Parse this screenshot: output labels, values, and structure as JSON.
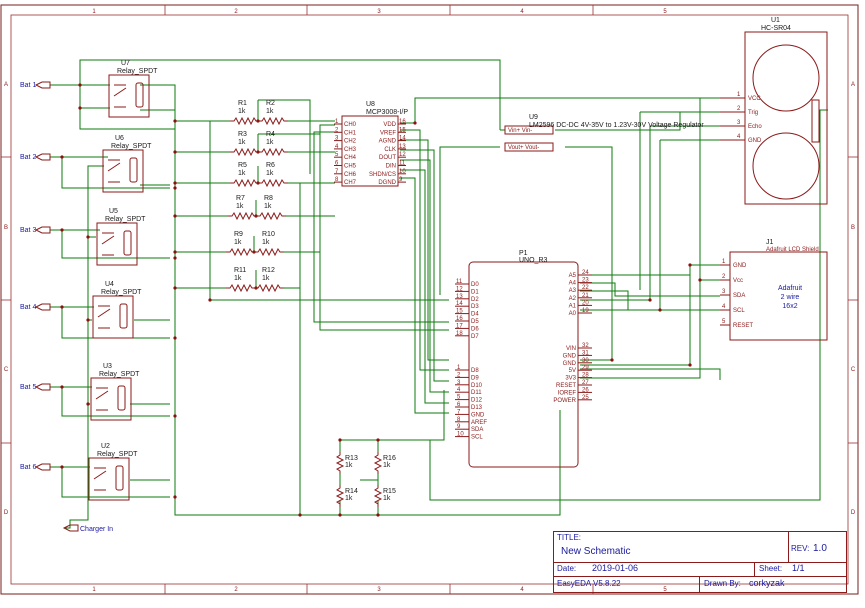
{
  "frame": {
    "cols": [
      "1",
      "2",
      "3",
      "4",
      "5"
    ],
    "rows": [
      "A",
      "B",
      "C",
      "D"
    ]
  },
  "ports": [
    {
      "name": "Bat 1"
    },
    {
      "name": "Bat 2"
    },
    {
      "name": "Bat 3"
    },
    {
      "name": "Bat 4"
    },
    {
      "name": "Bat 5"
    },
    {
      "name": "Bat 6"
    },
    {
      "name": "Charger In"
    }
  ],
  "relays": [
    {
      "ref": "U7",
      "value": "Relay_SPDT"
    },
    {
      "ref": "U6",
      "value": "Relay_SPDT"
    },
    {
      "ref": "U5",
      "value": "Relay_SPDT"
    },
    {
      "ref": "U4",
      "value": "Relay_SPDT"
    },
    {
      "ref": "U3",
      "value": "Relay_SPDT"
    },
    {
      "ref": "U2",
      "value": "Relay_SPDT"
    }
  ],
  "resistors": [
    {
      "ref": "R1",
      "value": "1k"
    },
    {
      "ref": "R2",
      "value": "1k"
    },
    {
      "ref": "R3",
      "value": "1k"
    },
    {
      "ref": "R4",
      "value": "1k"
    },
    {
      "ref": "R5",
      "value": "1k"
    },
    {
      "ref": "R6",
      "value": "1k"
    },
    {
      "ref": "R7",
      "value": "1k"
    },
    {
      "ref": "R8",
      "value": "1k"
    },
    {
      "ref": "R9",
      "value": "1k"
    },
    {
      "ref": "R10",
      "value": "1k"
    },
    {
      "ref": "R11",
      "value": "1k"
    },
    {
      "ref": "R12",
      "value": "1k"
    },
    {
      "ref": "R13",
      "value": "1k"
    },
    {
      "ref": "R14",
      "value": "1k"
    },
    {
      "ref": "R15",
      "value": "1k"
    },
    {
      "ref": "R16",
      "value": "1k"
    }
  ],
  "adc": {
    "ref": "U8",
    "value": "MCP3008-I/P",
    "left_pins": [
      {
        "num": "1",
        "name": "CH0"
      },
      {
        "num": "2",
        "name": "CH1"
      },
      {
        "num": "3",
        "name": "CH2"
      },
      {
        "num": "4",
        "name": "CH3"
      },
      {
        "num": "5",
        "name": "CH4"
      },
      {
        "num": "6",
        "name": "CH5"
      },
      {
        "num": "7",
        "name": "CH6"
      },
      {
        "num": "8",
        "name": "CH7"
      }
    ],
    "right_pins": [
      {
        "num": "16",
        "name": "VDD"
      },
      {
        "num": "15",
        "name": "VREF"
      },
      {
        "num": "14",
        "name": "AGND"
      },
      {
        "num": "13",
        "name": "CLK"
      },
      {
        "num": "12",
        "name": "DOUT"
      },
      {
        "num": "11",
        "name": "DIN"
      },
      {
        "num": "10",
        "name": "SHDN/CS"
      },
      {
        "num": "9",
        "name": "DGND"
      }
    ]
  },
  "regulator": {
    "ref": "U9",
    "value": "LM2596 DC-DC 4V-35V to 1.23V-30V Voltage Regulator",
    "pins": [
      "Vout+",
      "Vout-",
      "Vin+",
      "Vin-"
    ]
  },
  "sonar": {
    "ref": "U1",
    "value": "HC-SR04",
    "pins": [
      {
        "num": "1",
        "name": "VCC"
      },
      {
        "num": "2",
        "name": "Trig"
      },
      {
        "num": "3",
        "name": "Echo"
      },
      {
        "num": "4",
        "name": "GND"
      }
    ]
  },
  "lcd": {
    "ref": "J1",
    "value": "Adafruit LCD Shield",
    "body_text": [
      "Adafruit",
      "2 wire",
      "16x2"
    ],
    "pins": [
      {
        "num": "1",
        "name": "GND"
      },
      {
        "num": "2",
        "name": "Vcc"
      },
      {
        "num": "3",
        "name": "SDA"
      },
      {
        "num": "4",
        "name": "SCL"
      },
      {
        "num": "5",
        "name": "RESET"
      }
    ]
  },
  "uno": {
    "ref": "P1",
    "value": "UNO_R3",
    "left_top": [
      {
        "num": "11",
        "name": "D0"
      },
      {
        "num": "12",
        "name": "D1"
      },
      {
        "num": "13",
        "name": "D2"
      },
      {
        "num": "14",
        "name": "D3"
      },
      {
        "num": "15",
        "name": "D4"
      },
      {
        "num": "16",
        "name": "D5"
      },
      {
        "num": "17",
        "name": "D6"
      },
      {
        "num": "18",
        "name": "D7"
      }
    ],
    "left_bottom": [
      {
        "num": "1",
        "name": "D8"
      },
      {
        "num": "2",
        "name": "D9"
      },
      {
        "num": "3",
        "name": "D10"
      },
      {
        "num": "4",
        "name": "D11"
      },
      {
        "num": "5",
        "name": "D12"
      },
      {
        "num": "6",
        "name": "D13"
      },
      {
        "num": "7",
        "name": "GND"
      },
      {
        "num": "8",
        "name": "AREF"
      },
      {
        "num": "9",
        "name": "SDA"
      },
      {
        "num": "10",
        "name": "SCL"
      }
    ],
    "right_top": [
      {
        "num": "24",
        "name": "A5"
      },
      {
        "num": "23",
        "name": "A4"
      },
      {
        "num": "22",
        "name": "A3"
      },
      {
        "num": "21",
        "name": "A2"
      },
      {
        "num": "20",
        "name": "A1"
      },
      {
        "num": "19",
        "name": "A0"
      }
    ],
    "right_bottom": [
      {
        "num": "32",
        "name": "VIN"
      },
      {
        "num": "31",
        "name": "GND"
      },
      {
        "num": "30",
        "name": "GND"
      },
      {
        "num": "29",
        "name": "5V"
      },
      {
        "num": "28",
        "name": "3V3"
      },
      {
        "num": "27",
        "name": "RESET"
      },
      {
        "num": "26",
        "name": "IOREF"
      },
      {
        "num": "25",
        "name": "POWER"
      }
    ]
  },
  "title_block": {
    "title_label": "TITLE:",
    "title": "New Schematic",
    "rev_label": "REV:",
    "rev": "1.0",
    "date_label": "Date:",
    "date": "2019-01-06",
    "sheet_label": "Sheet:",
    "sheet": "1/1",
    "app": "EasyEDA V5.8.22",
    "drawn_label": "Drawn By:",
    "drawn_by": "corkyzak"
  },
  "colors": {
    "wire": "#0e7a0e",
    "part": "#8b1a1a",
    "net_label": "#1a1aa0",
    "frame": "#7a1f1f"
  }
}
